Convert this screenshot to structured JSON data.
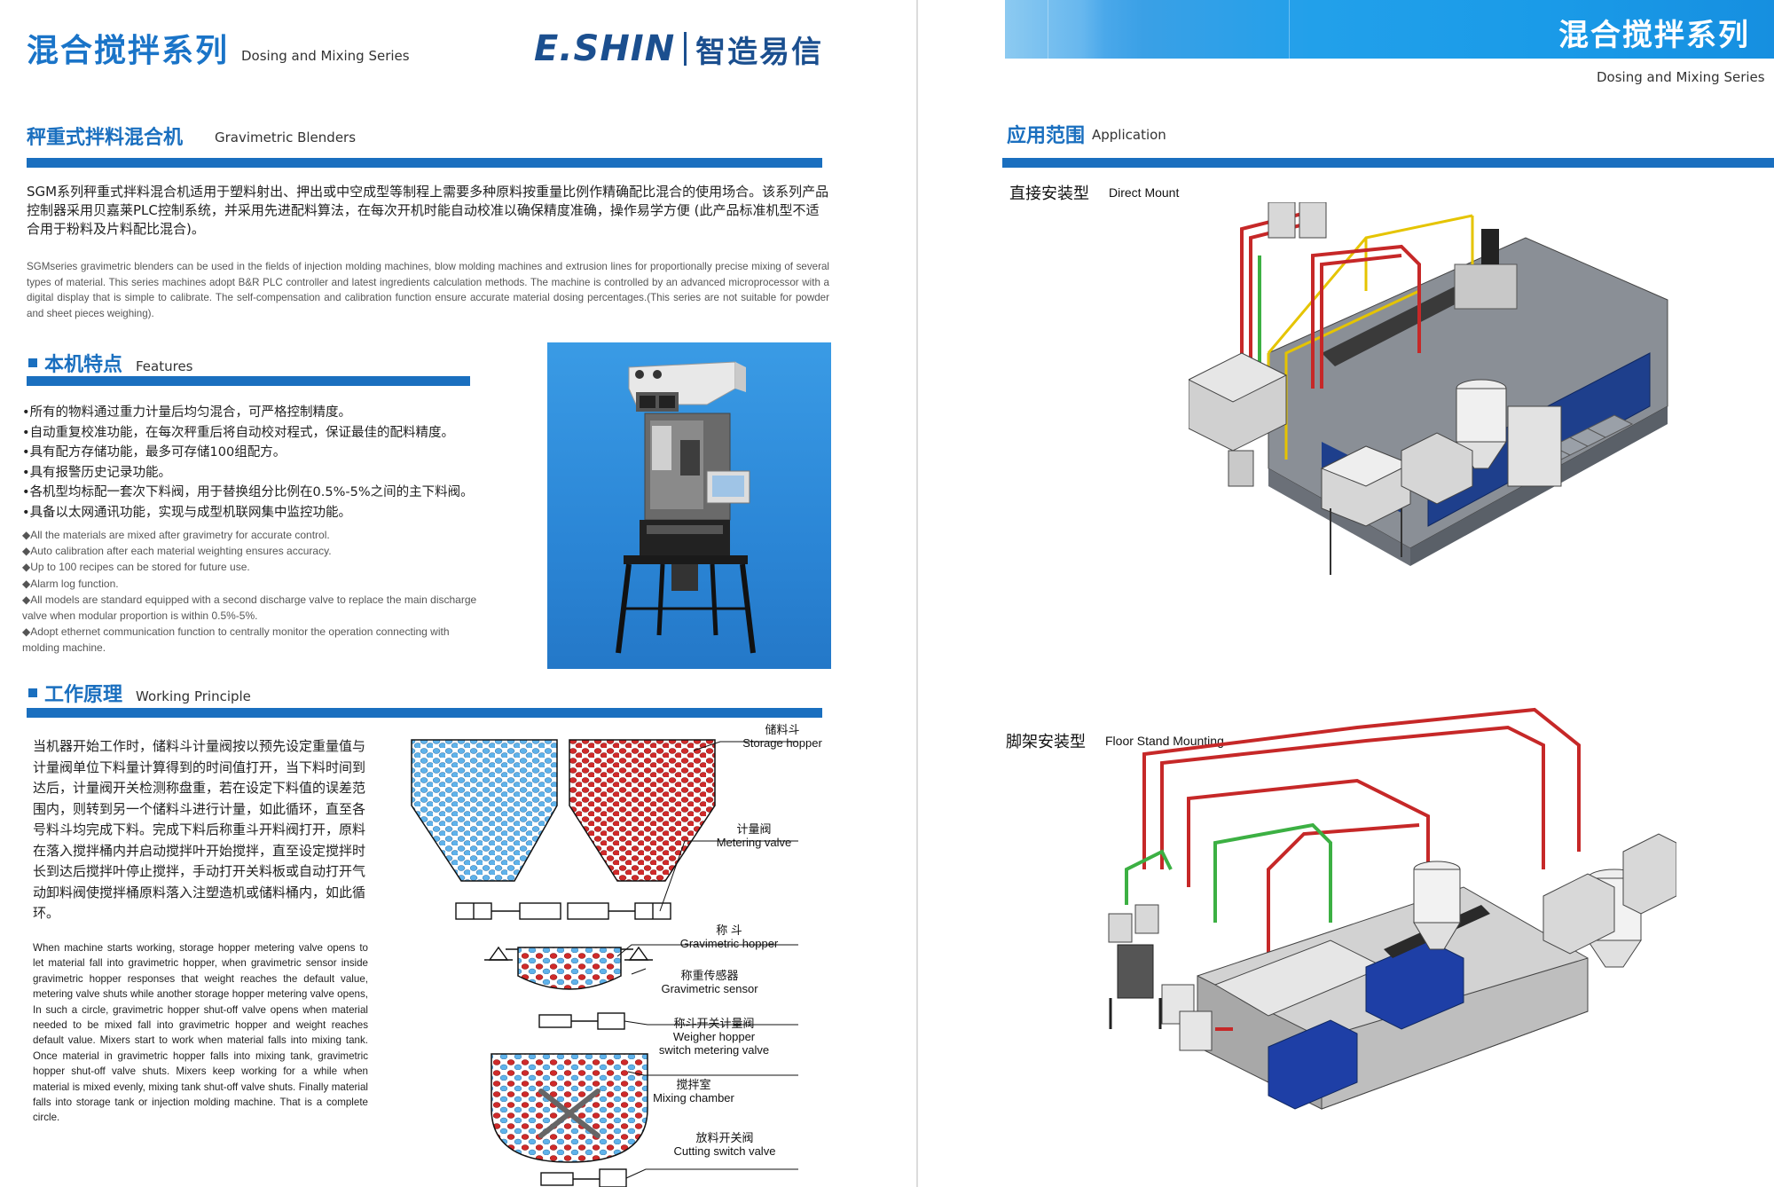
{
  "left": {
    "header": {
      "title_cn": "混合搅拌系列",
      "title_en": "Dosing and Mixing Series"
    },
    "brand": {
      "name": "E.SHIN",
      "name_cn": "智造易信"
    },
    "section_blenders": {
      "title_cn": "秤重式拌料混合机",
      "title_en": "Gravimetric Blenders",
      "intro_cn": "SGM系列秤重式拌料混合机适用于塑料射出、押出或中空成型等制程上需要多种原料按重量比例作精确配比混合的使用场合。该系列产品控制器采用贝嘉莱PLC控制系统，并采用先进配料算法，在每次开机时能自动校准以确保精度准确，操作易学方便 (此产品标准机型不适合用于粉料及片料配比混合)。",
      "intro_en": "SGMseries gravimetric blenders can be used in the fields of injection molding machines, blow molding machines and extrusion lines for proportionally precise mixing of several types of material. This series machines adopt B&R PLC controller and latest ingredients calculation methods. The machine is controlled by an advanced microprocessor with a digital display that is simple to calibrate. The self-compensation and calibration function ensure accurate material dosing percentages.(This series are not suitable for powder and sheet pieces weighing)."
    },
    "features": {
      "title_cn": "本机特点",
      "title_en": "Features",
      "items_cn": [
        "所有的物料通过重力计量后均匀混合，可严格控制精度。",
        "自动重复校准功能，在每次秤重后将自动校对程式，保证最佳的配料精度。",
        "具有配方存储功能，最多可存储100组配方。",
        "具有报警历史记录功能。",
        "各机型均标配一套次下料阀，用于替换组分比例在0.5%-5%之间的主下料阀。",
        "具备以太网通讯功能，实现与成型机联网集中监控功能。"
      ],
      "items_en": [
        "All the materials are mixed after gravimetry for accurate control.",
        "Auto calibration after each material weighting ensures accuracy.",
        "Up to 100 recipes can be stored for future use.",
        "Alarm log function.",
        "All models are standard equipped with a second discharge valve to replace the main discharge valve when modular proportion is within 0.5%-5%.",
        "Adopt ethernet communication function to centrally monitor the operation connecting with molding machine."
      ],
      "bullet_cn": "•",
      "bullet_en": "◆"
    },
    "working": {
      "title_cn": "工作原理",
      "title_en": "Working Principle",
      "text_cn": "当机器开始工作时，储料斗计量阀按以预先设定重量值与计量阀单位下料量计算得到的时间值打开，当下料时间到达后，计量阀开关检测称盘重，若在设定下料值的误差范围内，则转到另一个储料斗进行计量，如此循环，直至各号料斗均完成下料。完成下料后称重斗开料阀打开，原料在落入搅拌桶内并启动搅拌叶开始搅拌，直至设定搅拌时长到达后搅拌叶停止搅拌，手动打开关料板或自动打开气动卸料阀使搅拌桶原料落入注塑造机或储料桶内，如此循环。",
      "text_en": "When machine starts working, storage hopper metering valve opens to let material fall into gravimetric hopper, when gravimetric sensor inside gravimetric hopper responses that weight reaches the default value, metering valve shuts while another storage hopper metering valve opens, In such a circle, gravimetric hopper shut-off valve opens when material needed to be mixed fall into gravimetric hopper and weight reaches default value. Mixers start to work when material falls into mixing tank. Once material in gravimetric hopper falls into mixing tank, gravimetric hopper shut-off valve shuts. Mixers keep working for a while when material is mixed evenly, mixing tank shut-off valve shuts. Finally material falls into storage tank or injection molding machine. That is a complete circle.",
      "labels": {
        "storage_cn": "储料斗",
        "storage_en": "Storage hopper",
        "metering_cn": "计量阀",
        "metering_en": "Metering valve",
        "grav_cn": "称 斗",
        "grav_en": "Gravimetric hopper",
        "sensor_cn": "称重传感器",
        "sensor_en": "Gravimetric sensor",
        "switch_cn": "称斗开关计量阀",
        "switch_en1": "Weigher hopper",
        "switch_en2": "switch metering valve",
        "mix_cn": "搅拌室",
        "mix_en": "Mixing chamber",
        "cut_cn": "放料开关阀",
        "cut_en": "Cutting switch valve"
      }
    }
  },
  "right": {
    "header": {
      "title_cn": "混合搅拌系列",
      "title_en": "Dosing and Mixing Series"
    },
    "application": {
      "title_cn": "应用范围",
      "title_en": "Application"
    },
    "direct": {
      "title_cn": "直接安装型",
      "title_en": "Direct Mount"
    },
    "floor": {
      "title_cn": "脚架安装型",
      "title_en": "Floor Stand Mounting"
    }
  },
  "colors": {
    "brand_blue": "#1a6fbf",
    "photo_bg": "#2e8fdc",
    "pellet_blue": "#5fb2ea",
    "pellet_red": "#cf2a2a"
  }
}
